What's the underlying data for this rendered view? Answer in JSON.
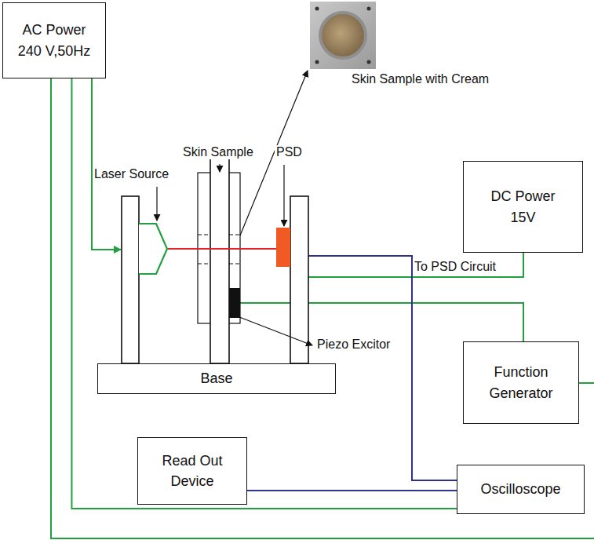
{
  "diagram": {
    "nodes": [
      {
        "text": [
          "AC Power 240 V,50Hz"
        ]
      },
      {
        "text": [
          "DC Power 15V"
        ]
      },
      {
        "text": [
          "Base"
        ]
      },
      {
        "text": [
          "Function Generator"
        ]
      },
      {
        "text": [
          "Read Out Device"
        ]
      },
      {
        "text": [
          "Oscilloscope"
        ]
      }
    ],
    "edges": [
      {
        "from": 0,
        "to": 5,
        "arrow": "none"
      },
      {
        "from": 4,
        "to": 5,
        "arrow": "none"
      }
    ],
    "labels": [
      "Skin Sample with Cream",
      "Laser Source",
      "Skin Sample",
      "PSD",
      "To PSD Circuit",
      "Piezo Excitor"
    ]
  }
}
